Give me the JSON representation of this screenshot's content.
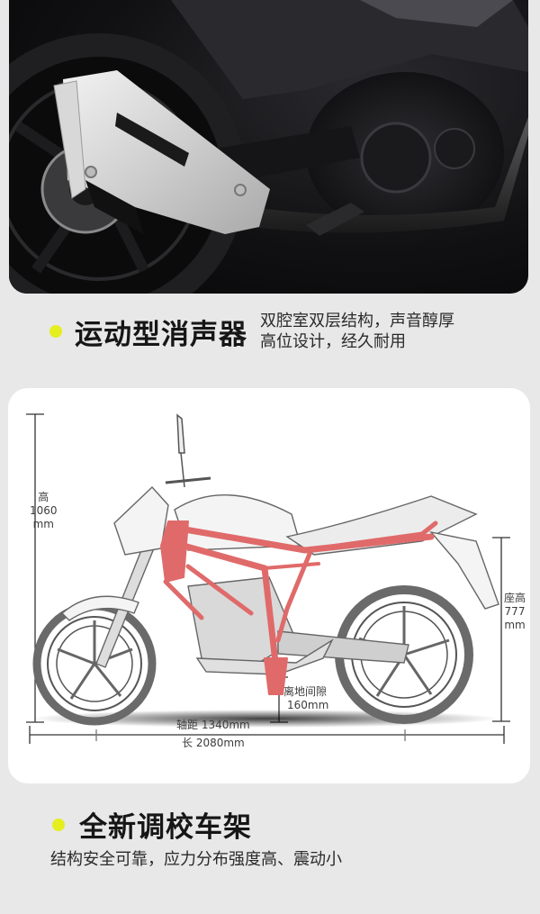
{
  "photo": {
    "subject": "motorcycle-exhaust-closeup",
    "background_color": "#0d0d0f"
  },
  "features": [
    {
      "title": "运动型消声器",
      "desc_lines": [
        "双腔室双层结构，声音醇厚",
        "高位设计，经久耐用"
      ]
    },
    {
      "title": "全新调校车架",
      "desc": "结构安全可靠，应力分布强度高、震动小"
    }
  ],
  "diagram": {
    "subject": "motorcycle-frame-sketch",
    "frame_color": "#e06a6a",
    "dimensions": {
      "height": {
        "label": "高",
        "value": "1060",
        "unit": "mm"
      },
      "seat_height": {
        "label": "座高",
        "value": "777",
        "unit": "mm"
      },
      "ground_clearance": {
        "label": "离地间隙",
        "value": "160mm"
      },
      "wheelbase": {
        "text": "轴距 1340mm"
      },
      "length": {
        "text": "长 2080mm"
      }
    }
  },
  "colors": {
    "page_bg": "#e8e8e8",
    "accent_dot": "#e5ee1f",
    "title_text": "#161616"
  }
}
